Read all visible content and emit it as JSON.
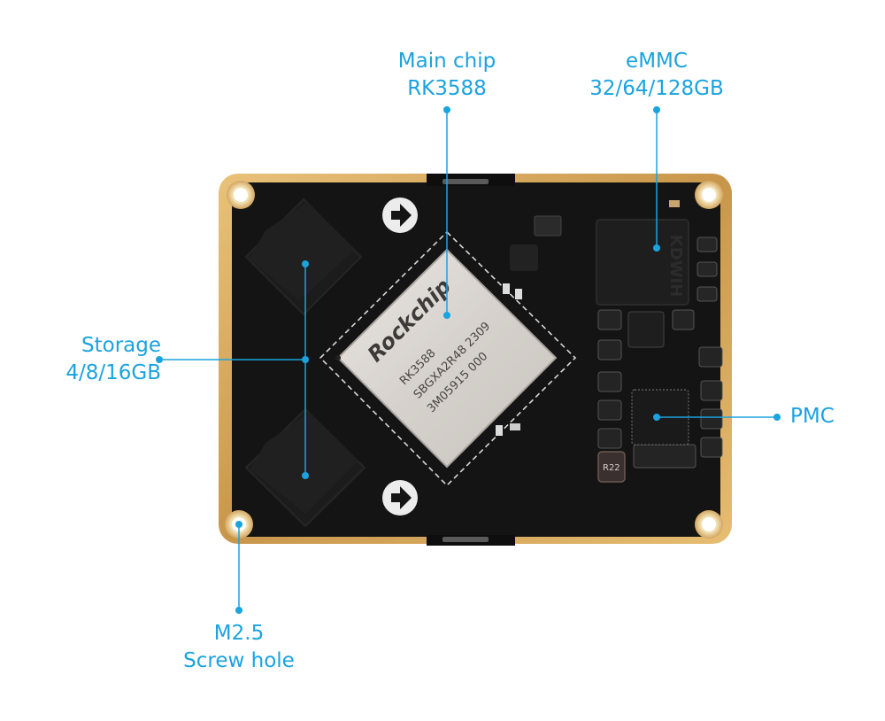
{
  "diagram_title": "",
  "accent_color": "#1aa3df",
  "labels": {
    "main_chip": {
      "line1": "Main chip",
      "line2": "RK3588"
    },
    "emmc": {
      "line1": "eMMC",
      "line2": "32/64/128GB"
    },
    "storage": {
      "line1": "Storage",
      "line2": "4/8/16GB"
    },
    "pmc": {
      "line1": "PMC"
    },
    "screw_hole": {
      "line1": "M2.5",
      "line2": "Screw hole"
    }
  },
  "chip_markings": {
    "brand": "Rockchip",
    "line1": "RK3588",
    "line2": "SBGXA2R48  2309",
    "line3": "3M05915  000"
  },
  "inductor_marking": "R22",
  "emmc_marking": "KDWIH"
}
